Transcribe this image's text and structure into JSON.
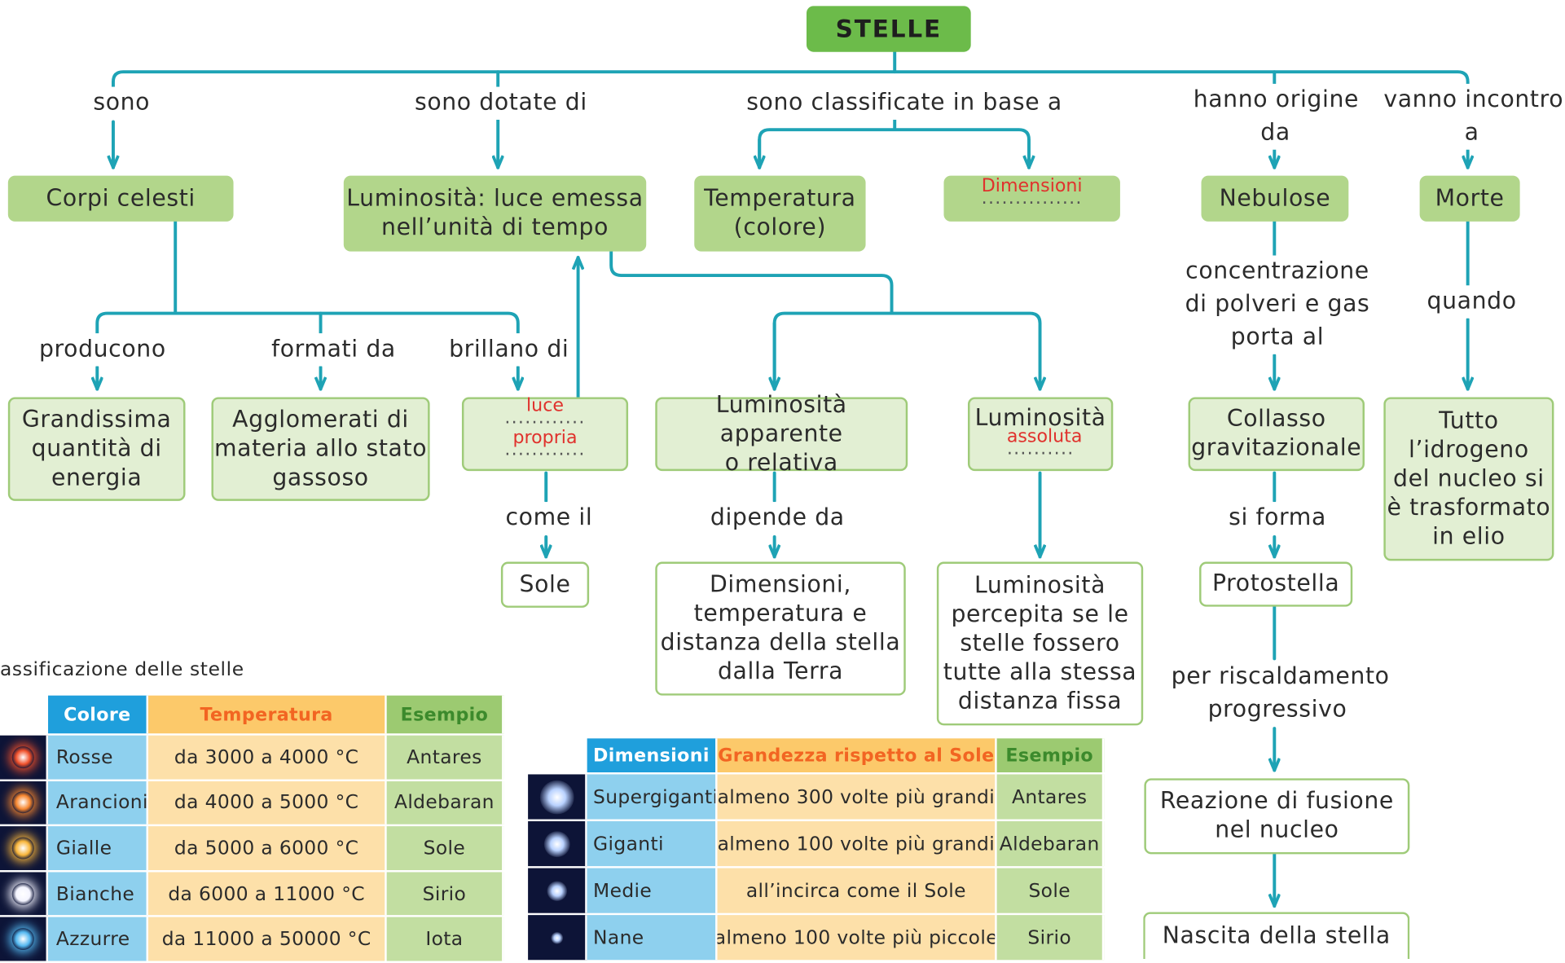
{
  "colors": {
    "root": "#6cbb4a",
    "box_solid": "#b2d68b",
    "box_light": "#e2efd3",
    "border": "#9fcb79",
    "connector": "#1ea3b5",
    "answer": "#e0322d",
    "header_blue": "#1f9fdc",
    "header_orange": "#fcc96a",
    "header_green": "#9cca71"
  },
  "map": {
    "root": "STELLE",
    "links": {
      "sono": "sono",
      "sono_dotate_di": "sono dotate di",
      "sono_classificate": "sono classificate in base a",
      "hanno_origine_1": "hanno origine",
      "hanno_origine_2": "da",
      "vanno_incontro_1": "vanno incontro",
      "vanno_incontro_2": "a",
      "producono": "producono",
      "formati_da": "formati da",
      "brillano_di": "brillano di",
      "come_il": "come il",
      "dipende_da": "dipende da",
      "concentrazione_1": "concentrazione",
      "concentrazione_2": "di polveri e gas",
      "concentrazione_3": "porta al",
      "quando": "quando",
      "si_forma": "si forma",
      "riscaldamento_1": "per riscaldamento",
      "riscaldamento_2": "progressivo"
    },
    "nodes": {
      "corpi_celesti": "Corpi celesti",
      "luminosita_1": "Luminosità: luce emessa",
      "luminosita_2": "nell’unità di tempo",
      "temperatura_1": "Temperatura",
      "temperatura_2": "(colore)",
      "dimensioni_dots": "...............",
      "dimensioni_answer": "Dimensioni",
      "nebulose": "Nebulose",
      "morte": "Morte",
      "energia_1": "Grandissima",
      "energia_2": "quantità di",
      "energia_3": "energia",
      "agglomerati_1": "Agglomerati di",
      "agglomerati_2": "materia allo stato",
      "agglomerati_3": "gassoso",
      "luce_dots_1": "............",
      "luce_answer_1": "luce",
      "luce_dots_2": "............",
      "luce_answer_2": "propria",
      "apparente_1": "Luminosità apparente",
      "apparente_2": "o relativa",
      "assoluta_1": "Luminosità",
      "assoluta_dots": "..........",
      "assoluta_answer": "assoluta",
      "collasso_1": "Collasso",
      "collasso_2": "gravitazionale",
      "idrogeno_1": "Tutto",
      "idrogeno_2": "l’idrogeno",
      "idrogeno_3": "del nucleo si",
      "idrogeno_4": "è trasformato",
      "idrogeno_5": "in elio",
      "sole": "Sole",
      "dipende_1": "Dimensioni,",
      "dipende_2": "temperatura e",
      "dipende_3": "distanza della stella",
      "dipende_4": "dalla Terra",
      "percepita_1": "Luminosità",
      "percepita_2": "percepita se le",
      "percepita_3": "stelle fossero",
      "percepita_4": "tutte alla stessa",
      "percepita_5": "distanza fissa",
      "protostella": "Protostella",
      "fusione_1": "Reazione di fusione",
      "fusione_2": "nel nucleo",
      "nascita": "Nascita della stella"
    }
  },
  "table1": {
    "caption": "assificazione delle stelle",
    "headers": [
      "Colore",
      "Temperatura",
      "Esempio"
    ],
    "rows": [
      {
        "colore": "Rosse",
        "temperatura": "da 3000 a 4000 °C",
        "esempio": "Antares",
        "star_color": "#f0502a"
      },
      {
        "colore": "Arancioni",
        "temperatura": "da 4000 a 5000 °C",
        "esempio": "Aldebaran",
        "star_color": "#f6862e"
      },
      {
        "colore": "Gialle",
        "temperatura": "da 5000 a 6000 °C",
        "esempio": "Sole",
        "star_color": "#f8b53a"
      },
      {
        "colore": "Bianche",
        "temperatura": "da 6000 a 11000 °C",
        "esempio": "Sirio",
        "star_color": "#f4f4ff"
      },
      {
        "colore": "Azzurre",
        "temperatura": "da 11000 a 50000 °C",
        "esempio": "Iota",
        "star_color": "#54b8f0"
      }
    ]
  },
  "table2": {
    "headers": [
      "Dimensioni",
      "Grandezza rispetto al Sole",
      "Esempio"
    ],
    "rows": [
      {
        "dimensioni": "Supergiganti",
        "grandezza": "almeno 300 volte più grandi",
        "esempio": "Antares"
      },
      {
        "dimensioni": "Giganti",
        "grandezza": "almeno 100 volte più grandi",
        "esempio": "Aldebaran"
      },
      {
        "dimensioni": "Medie",
        "grandezza": "all’incirca come il Sole",
        "esempio": "Sole"
      },
      {
        "dimensioni": "Nane",
        "grandezza": "almeno 100 volte più piccole",
        "esempio": "Sirio"
      }
    ]
  }
}
